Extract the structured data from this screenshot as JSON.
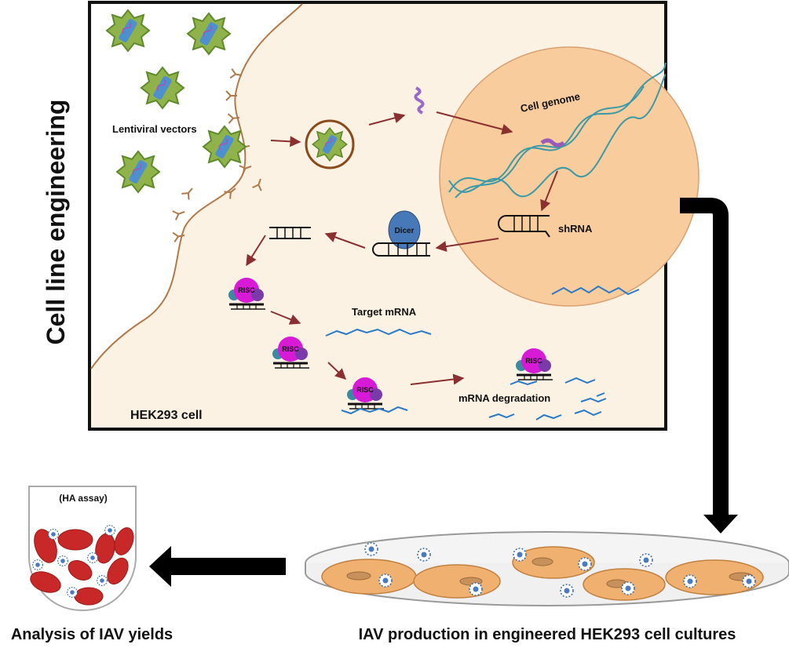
{
  "title_vertical": "Cell line engineering",
  "cell": {
    "label": "HEK293 cell",
    "lentiviral_label": "Lentiviral vectors",
    "genome_label": "Cell genome",
    "shrna_label": "shRNA",
    "dicer_label": "Dicer",
    "risc_label": "RISC",
    "target_mrna_label": "Target mRNA",
    "degradation_label": "mRNA degradation"
  },
  "assay": {
    "label": "(HA assay)",
    "caption": "Analysis of IAV yields"
  },
  "culture": {
    "caption": "IAV production in engineered HEK293 cell cultures"
  },
  "colors": {
    "cytoplasm": "#fcf2e4",
    "nucleus": "#f8cc9c",
    "membrane": "#b07a4a",
    "virus_fill": "#8fb34a",
    "virus_core": "#4e8fd0",
    "risc": "#d61ad6",
    "dicer": "#4778b8",
    "arrow": "#8b3030",
    "dna": "#3a9aa8",
    "mrna": "#2a7ac8",
    "rbc": "#c82828",
    "dish_cell": "#f0b070"
  }
}
